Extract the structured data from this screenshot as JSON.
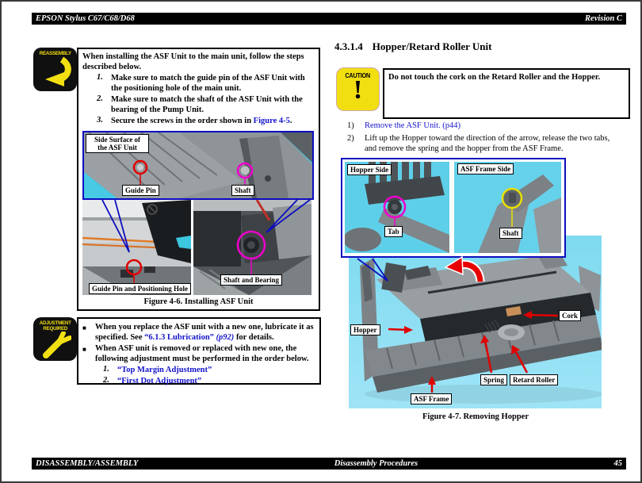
{
  "header": {
    "left": "EPSON Stylus C67/C68/D68",
    "right": "Revision C"
  },
  "footer": {
    "left": "DISASSEMBLY/ASSEMBLY",
    "center": "Disassembly Procedures",
    "page_number": "45"
  },
  "reassembly_note": {
    "icon_label": "REASSEMBLY",
    "intro": "When installing the ASF Unit to the main unit, follow the steps described below.",
    "steps": [
      {
        "num": "1.",
        "text": "Make sure to match the guide pin of the ASF Unit with the positioning hole of the main unit."
      },
      {
        "num": "2.",
        "text": "Make sure to match the shaft of the ASF Unit with the bearing of the Pump Unit."
      },
      {
        "num": "3.",
        "pre": "Secure the screws in the order shown in ",
        "link": "Figure 4-5",
        "post": "."
      }
    ]
  },
  "figure46": {
    "inset_label": "Side Surface of the ASF Unit",
    "guide_pin": "Guide Pin",
    "shaft": "Shaft",
    "guide_pin_hole": "Guide Pin and Positioning Hole",
    "shaft_bearing": "Shaft and Bearing",
    "caption": "Figure 4-6.  Installing ASF Unit"
  },
  "adjustment_note": {
    "icon_label_1": "ADJUSTMENT",
    "icon_label_2": "REQUIRED",
    "bullet1": {
      "pre": "When you replace the ASF unit with a new one, lubricate it as specified. See ",
      "link": "“6.1.3 Lubrication”",
      "ref": " (p92)",
      "post": " for details."
    },
    "bullet2": "When ASF unit is removed or replaced with new one, the following adjustment must be performed in the order below.",
    "sub_steps": [
      {
        "num": "1.",
        "link": "“Top Margin Adjustment”"
      },
      {
        "num": "2.",
        "link": "“First Dot Adjustment”"
      }
    ]
  },
  "section": {
    "number": "4.3.1.4",
    "title": "Hopper/Retard Roller Unit"
  },
  "caution_note": {
    "icon_label": "CAUTION",
    "text": "Do not touch the cork on the Retard Roller and the Hopper."
  },
  "procedure": {
    "step1_num": "1)",
    "step1_link": "Remove the ASF Unit. (p44)",
    "step2_num": "2)",
    "step2_text": "Lift up the Hopper toward the direction of the arrow, release the two tabs, and remove the spring and the hopper from the ASF Frame."
  },
  "figure47": {
    "hopper_side": "Hopper Side",
    "asf_frame_side": "ASF Frame Side",
    "tab": "Tab",
    "shaft": "Shaft",
    "hopper": "Hopper",
    "cork": "Cork",
    "spring": "Spring",
    "retard_roller": "Retard Roller",
    "asf_frame": "ASF Frame",
    "caption": "Figure 4-7.  Removing Hopper"
  },
  "colors": {
    "link_blue": "#1414cc",
    "callout_red": "#e00000",
    "callout_magenta": "#ee00cc",
    "callout_yellow": "#e8e000",
    "figure_border_blue": "#0d0dc0",
    "photo_cyan": "#55cde8",
    "caution_yellow": "#f2df12"
  }
}
